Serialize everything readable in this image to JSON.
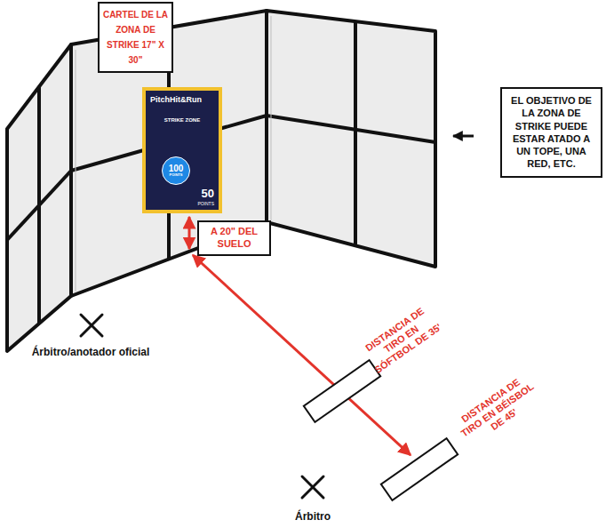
{
  "diagram": {
    "nodes": [
      {
        "text": [
          "CARTEL DE LA ZONA DE STRIKE 17\" X 30\""
        ]
      },
      {
        "text": [
          "PitchHit&Run",
          "STRIKE ZONE",
          "50",
          "POINTS"
        ]
      },
      {
        "text": [
          "100",
          "POINTS"
        ],
        "in": 1
      },
      {
        "text": [
          "A 20\" DEL SUELO"
        ]
      },
      {
        "text": [
          "EL OBJETIVO DE LA ZONA DE STRIKE PUEDE ESTAR ATADO A UN TOPE, UNA RED, ETC."
        ]
      }
    ],
    "labels": [
      "Árbitro/anotador oficial",
      "DISTANCIA DE TIRO EN SÓFTBOL DE 35'",
      "DISTANCIA DE TIRO EN BÉISBOL DE 45'",
      "Árbitro"
    ]
  }
}
